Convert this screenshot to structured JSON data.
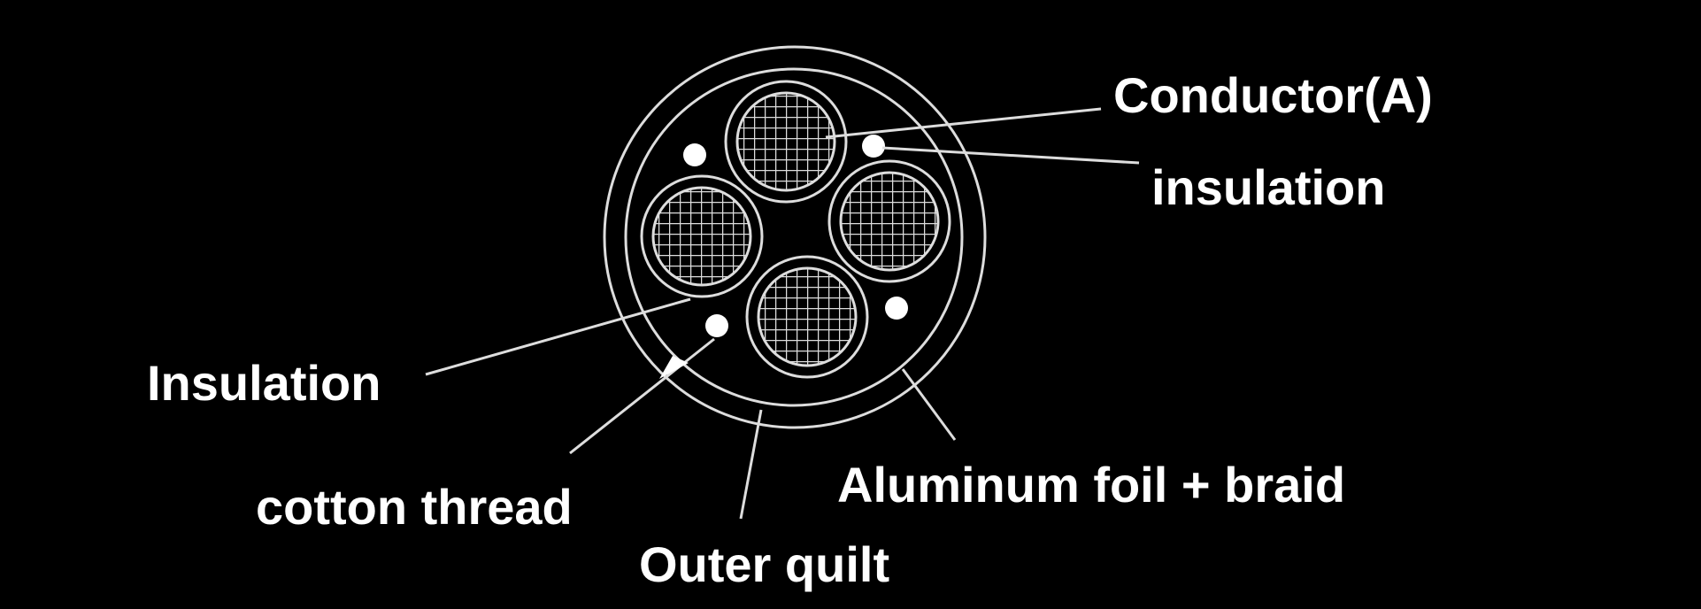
{
  "colors": {
    "background": "#000000",
    "foreground": "#ffffff",
    "lines": "#dddddd"
  },
  "labels": {
    "conductor": "Conductor(A)",
    "insulation_right": "insulation",
    "insulation_left": "Insulation",
    "cotton_thread": "cotton thread",
    "outer_quilt": "Outer quilt",
    "aluminum": "Aluminum foil + braid"
  }
}
